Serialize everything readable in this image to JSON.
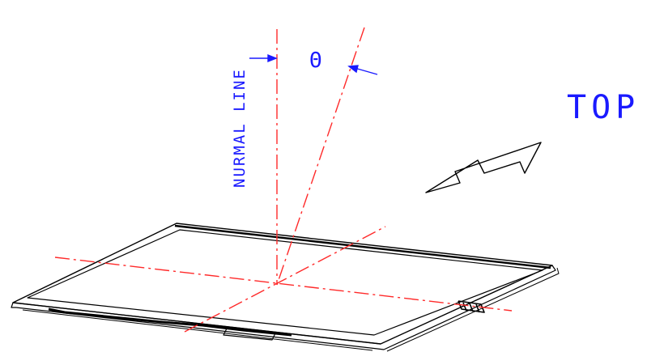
{
  "labels": {
    "normal_line": "NURMAL LINE",
    "theta": "Θ",
    "top": "TOP"
  },
  "colors": {
    "label": "#1a1aff",
    "centerline": "#ff2a2a",
    "outline": "#000000"
  }
}
